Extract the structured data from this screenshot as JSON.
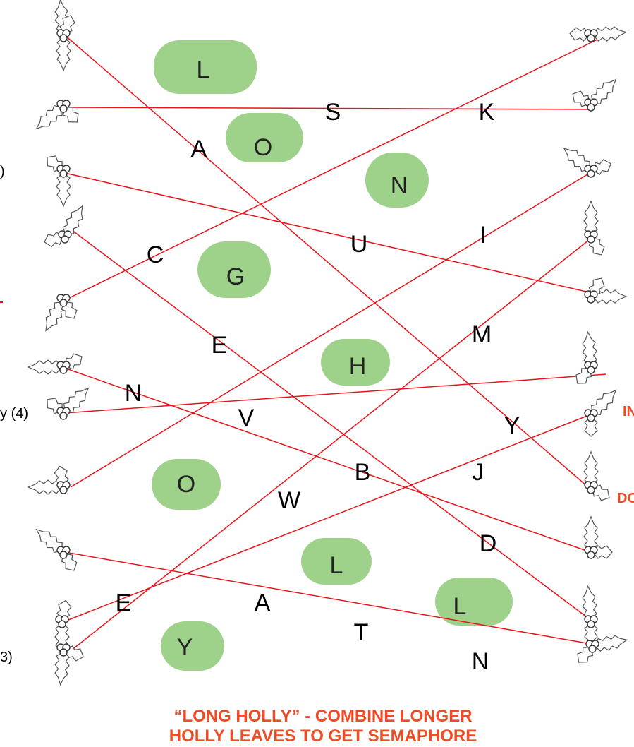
{
  "colors": {
    "blob": "#9ed18a",
    "line": "#e8141a",
    "note": "#f24a22",
    "ink": "#000000"
  },
  "icons": {
    "holly": "holly-sprig-icon"
  },
  "highlighted_letters": [
    "L",
    "O",
    "N",
    "G",
    "H",
    "O",
    "L",
    "L",
    "Y"
  ],
  "grid_letters": [
    "S",
    "K",
    "A",
    "U",
    "I",
    "C",
    "E",
    "M",
    "N",
    "V",
    "Y",
    "B",
    "J",
    "W",
    "D",
    "E",
    "A",
    "T",
    "N"
  ],
  "left_edge_clues": [
    "",
    "",
    ")",
    "",
    "",
    "",
    "",
    "y (4)",
    "",
    "",
    "",
    "",
    "3)"
  ],
  "right_edge_clues": [
    "IN",
    "DO"
  ],
  "note": [
    "“LONG HOLLY” - COMBINE LONGER",
    "HOLLY LEAVES TO GET SEMAPHORE"
  ]
}
